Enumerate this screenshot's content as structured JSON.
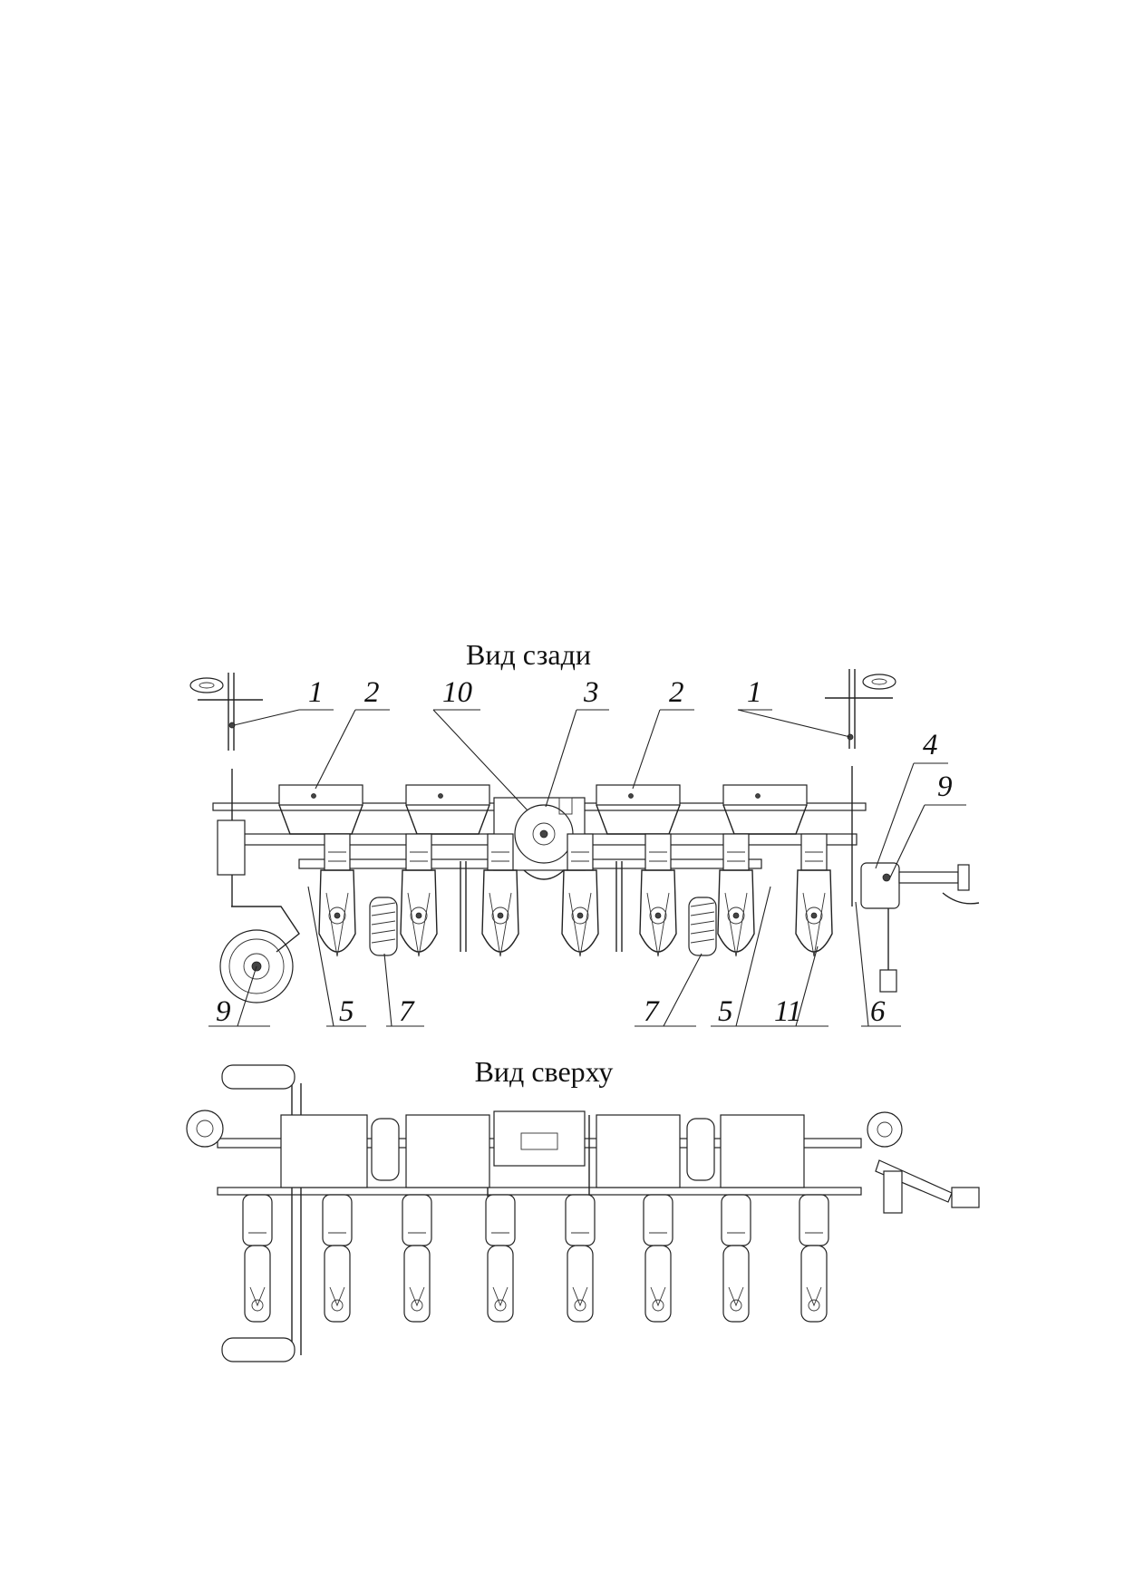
{
  "views": {
    "rear": {
      "title": "Вид сзади"
    },
    "top": {
      "title": "Вид сверху"
    }
  },
  "callouts": [
    {
      "id": "c1a",
      "label": "1"
    },
    {
      "id": "c2a",
      "label": "2"
    },
    {
      "id": "c10",
      "label": "10"
    },
    {
      "id": "c3",
      "label": "3"
    },
    {
      "id": "c2b",
      "label": "2"
    },
    {
      "id": "c1b",
      "label": "1"
    },
    {
      "id": "c4",
      "label": "4"
    },
    {
      "id": "c9a",
      "label": "9"
    },
    {
      "id": "c9b",
      "label": "9"
    },
    {
      "id": "c5a",
      "label": "5"
    },
    {
      "id": "c7a",
      "label": "7"
    },
    {
      "id": "c7b",
      "label": "7"
    },
    {
      "id": "c5b",
      "label": "5"
    },
    {
      "id": "c11",
      "label": "11"
    },
    {
      "id": "c6",
      "label": "6"
    }
  ]
}
